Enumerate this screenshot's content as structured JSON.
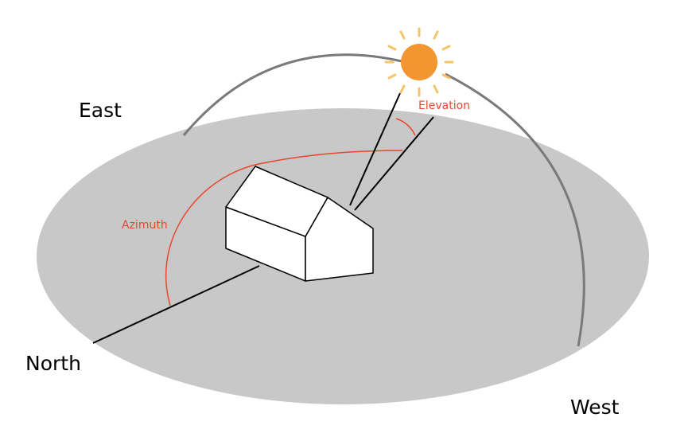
{
  "labels": {
    "east": "East",
    "north": "North",
    "west": "West",
    "elevation": "Elevation",
    "azimuth": "Azimuth"
  },
  "colors": {
    "ground": "#c8c8c8",
    "sun": "#f39531",
    "sun_rays": "#f5c46a",
    "angle": "#e8462f",
    "sky_arc": "#7a7a7a",
    "house_fill": "#ffffff",
    "house_stroke": "#000000",
    "line": "#000000"
  },
  "icons": {
    "sun": "sun-icon",
    "house": "house-icon"
  }
}
